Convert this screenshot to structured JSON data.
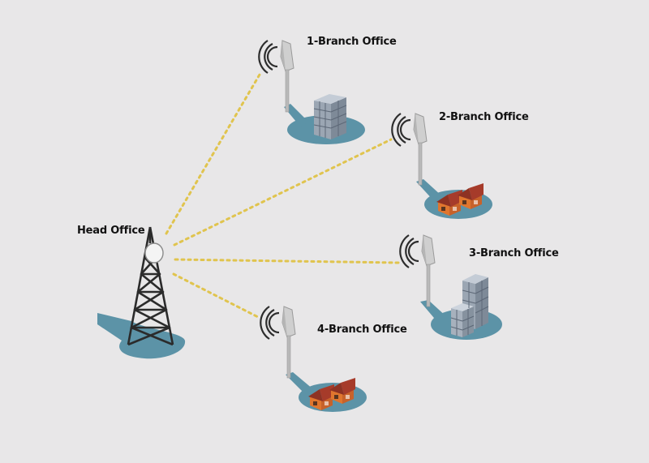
{
  "labels": {
    "head_office": "Head Office",
    "branch_1": "1-Branch Office",
    "branch_2": "2-Branch Office",
    "branch_3": "3-Branch Office",
    "branch_4": "4-Branch Office"
  },
  "colors": {
    "background": "#e8e7e8",
    "ground_pad": "#5c93a7",
    "link_line": "#e0c44e",
    "tower": "#2b2b2b",
    "building": "#8e9aa8",
    "house_roof": "#a63b2a",
    "house_wall": "#e0762e"
  },
  "icons": {
    "head_office": "radio-tower-icon",
    "branch_antenna": "wireless-antenna-icon",
    "office_building": "office-building-icon",
    "houses": "houses-icon"
  }
}
